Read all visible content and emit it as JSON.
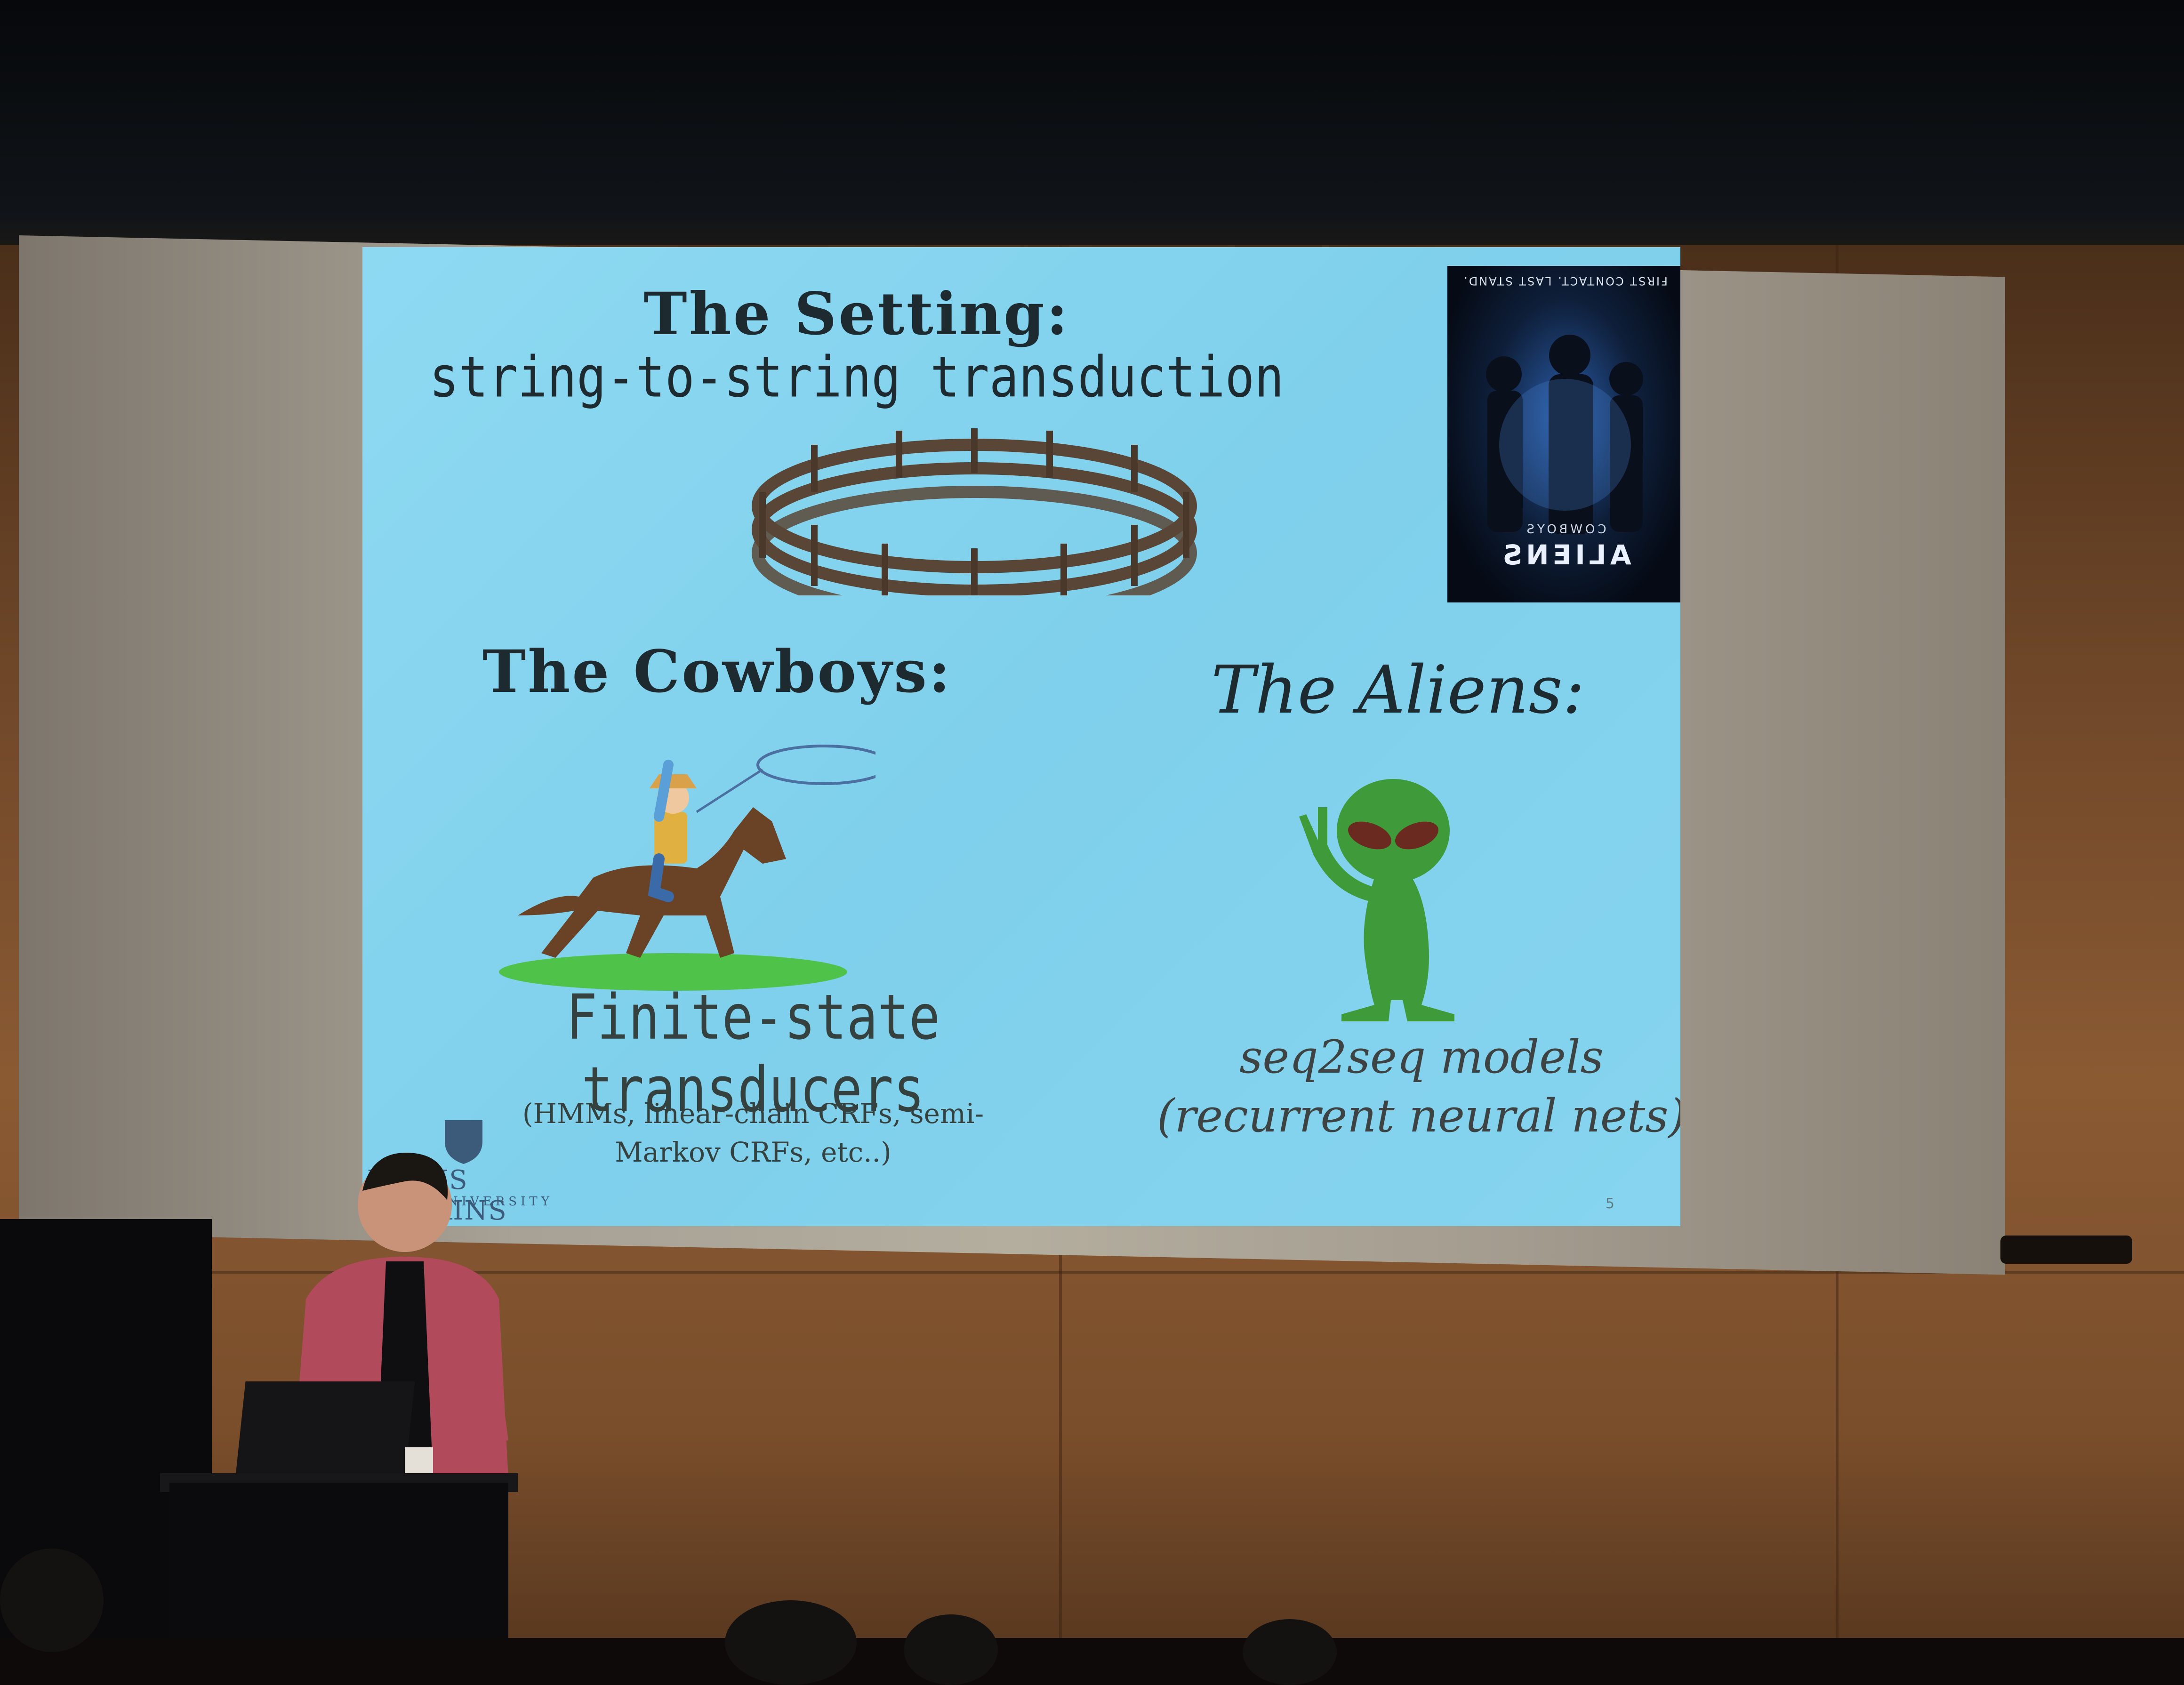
{
  "slide": {
    "title": "The Setting:",
    "subtitle": "string-to-string transduction",
    "left_heading": "The Cowboys:",
    "right_heading": "The Aliens:",
    "left_caption": "Finite-state transducers",
    "left_subcaption": "(HMMs, linear-chain CRFs, semi-Markov CRFs, etc..)",
    "right_caption_line1": "seq2seq models",
    "right_caption_line2": "(recurrent neural nets)",
    "logo_text": "JOHNS HOPKINS",
    "logo_subtext": "UNIVERSITY",
    "page_number": "5"
  },
  "poster": {
    "tagline": "FIRST CONTACT. LAST STAND.",
    "title_line1": "COWBOYS",
    "title_line2": "ALIENS"
  },
  "colors": {
    "slide_bg": "#86d7ef",
    "alien_green": "#3f9a3a",
    "horse_brown": "#6a4226",
    "fence_brown": "#5a4636"
  }
}
